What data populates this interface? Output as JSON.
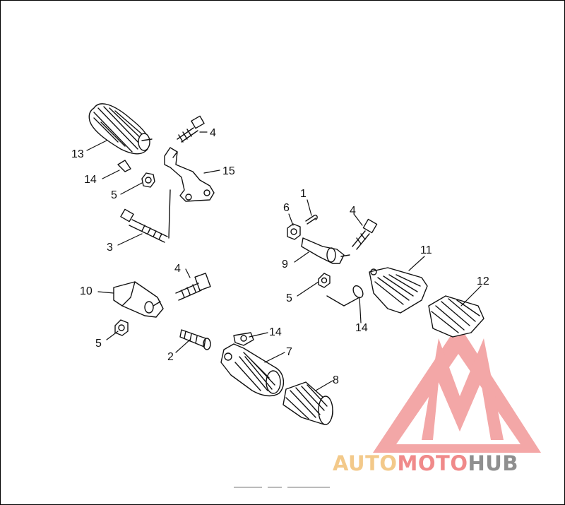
{
  "callouts": {
    "c1": "1",
    "c2": "2",
    "c3": "3",
    "c4a": "4",
    "c4b": "4",
    "c4c": "4",
    "c5a": "5",
    "c5b": "5",
    "c5c": "5",
    "c6": "6",
    "c7": "7",
    "c8": "8",
    "c9": "9",
    "c10": "10",
    "c11": "11",
    "c12": "12",
    "c13": "13",
    "c14a": "14",
    "c14b": "14",
    "c14c": "14",
    "c15": "15"
  },
  "watermark": {
    "part1": "AUTO",
    "part2": "MOTO",
    "part3": "HUB",
    "color_gold": "#f3c98a",
    "color_red": "#f08a8a",
    "color_gray": "#8f8f8f"
  }
}
